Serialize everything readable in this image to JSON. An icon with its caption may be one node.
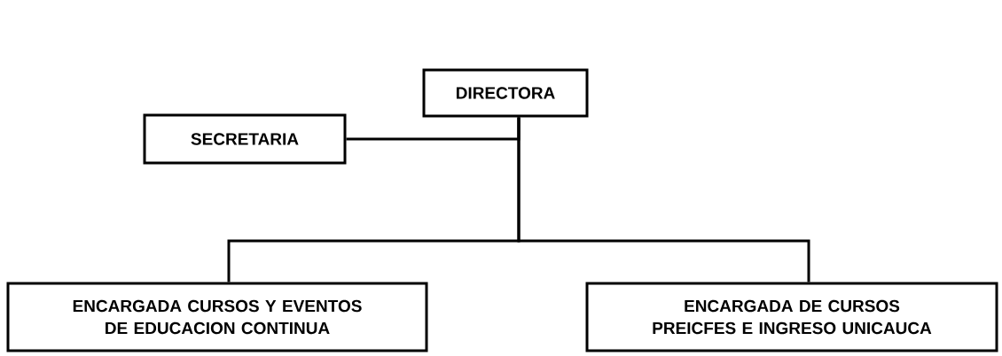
{
  "diagram": {
    "nodes": [
      {
        "text": [
          "DIRECTORA"
        ]
      },
      {
        "text": [
          "SECRETARIA"
        ]
      },
      {
        "text": [
          "ENCARGADA CURSOS Y EVENTOS DE EDUCACION CONTINUA"
        ]
      },
      {
        "text": [
          "ENCARGADA DE CURSOS PREICFES E INGRESO UNICAUCA"
        ]
      }
    ],
    "edges": [
      {
        "from": 0,
        "to": 1,
        "arrow": "none"
      },
      {
        "from": 0,
        "to": 2,
        "arrow": "none"
      },
      {
        "from": 0,
        "to": 3,
        "arrow": "none"
      }
    ]
  }
}
